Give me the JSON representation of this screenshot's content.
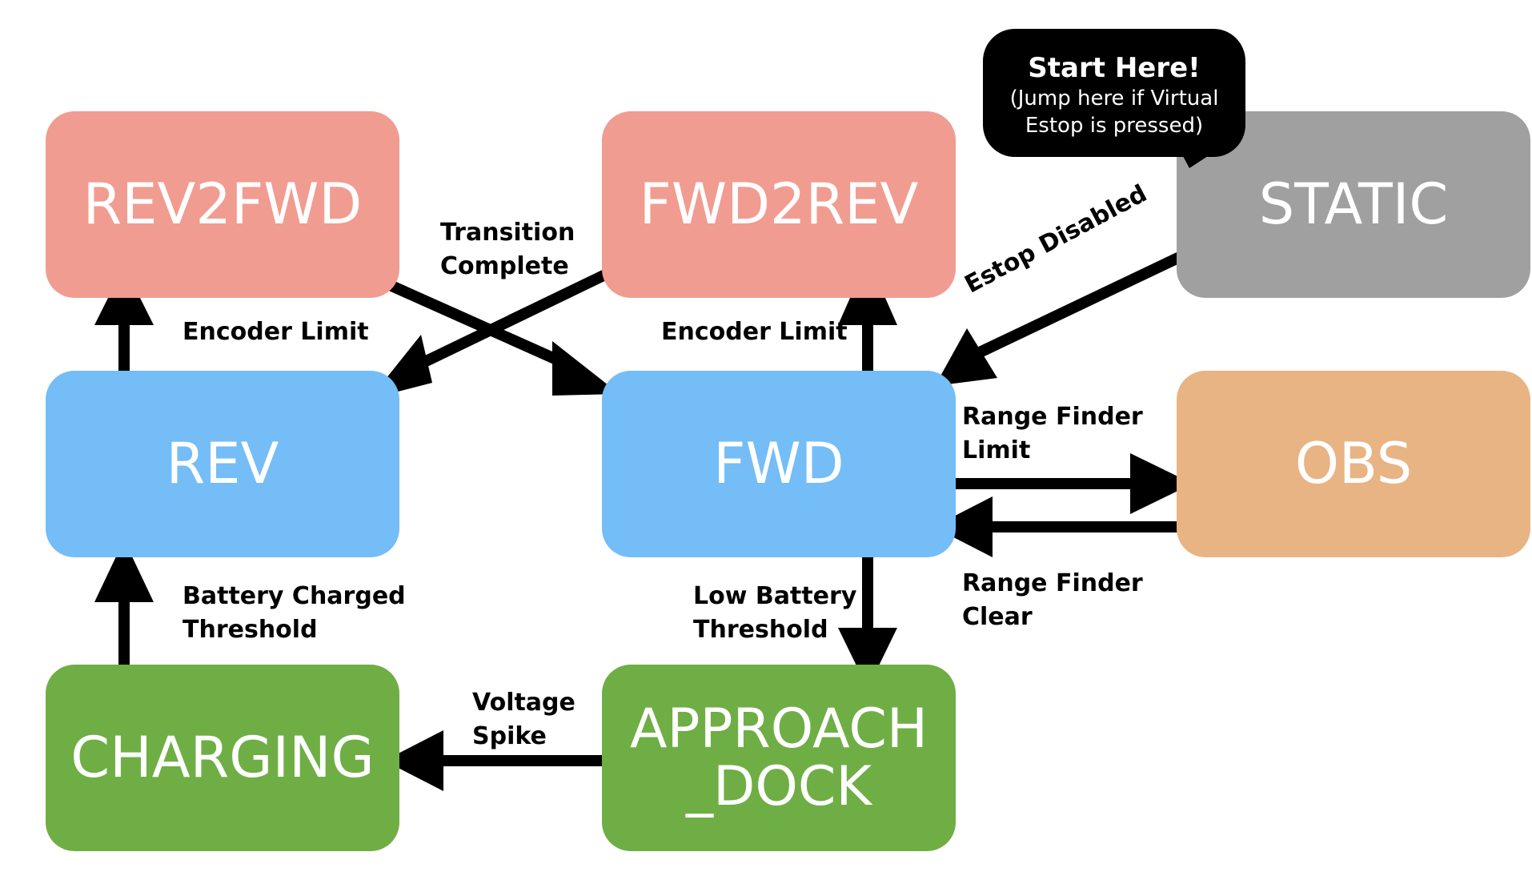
{
  "states": {
    "rev2fwd": {
      "label": "REV2FWD",
      "color": "#f19c91"
    },
    "fwd2rev": {
      "label": "FWD2REV",
      "color": "#f19c91"
    },
    "static": {
      "label": "STATIC",
      "color": "#a0a0a0"
    },
    "rev": {
      "label": "REV",
      "color": "#74bdf6"
    },
    "fwd": {
      "label": "FWD",
      "color": "#74bdf6"
    },
    "obs": {
      "label": "OBS",
      "color": "#e8b484"
    },
    "charging": {
      "label": "CHARGING",
      "color": "#6fae45"
    },
    "approach_dock": {
      "label": "APPROACH\n_DOCK",
      "color": "#6fae45"
    }
  },
  "transitions": {
    "encoder_limit_rev": "Encoder Limit",
    "encoder_limit_fwd": "Encoder Limit",
    "transition_complete": "Transition\nComplete",
    "estop_disabled": "Estop Disabled",
    "range_finder_limit": "Range Finder\nLimit",
    "range_finder_clear": "Range Finder\nClear",
    "low_battery": "Low Battery\nThreshold",
    "battery_charged": "Battery Charged\nThreshold",
    "voltage_spike": "Voltage\nSpike"
  },
  "callout": {
    "title": "Start Here!",
    "subtitle": "(Jump here if Virtual\nEstop is pressed)"
  }
}
